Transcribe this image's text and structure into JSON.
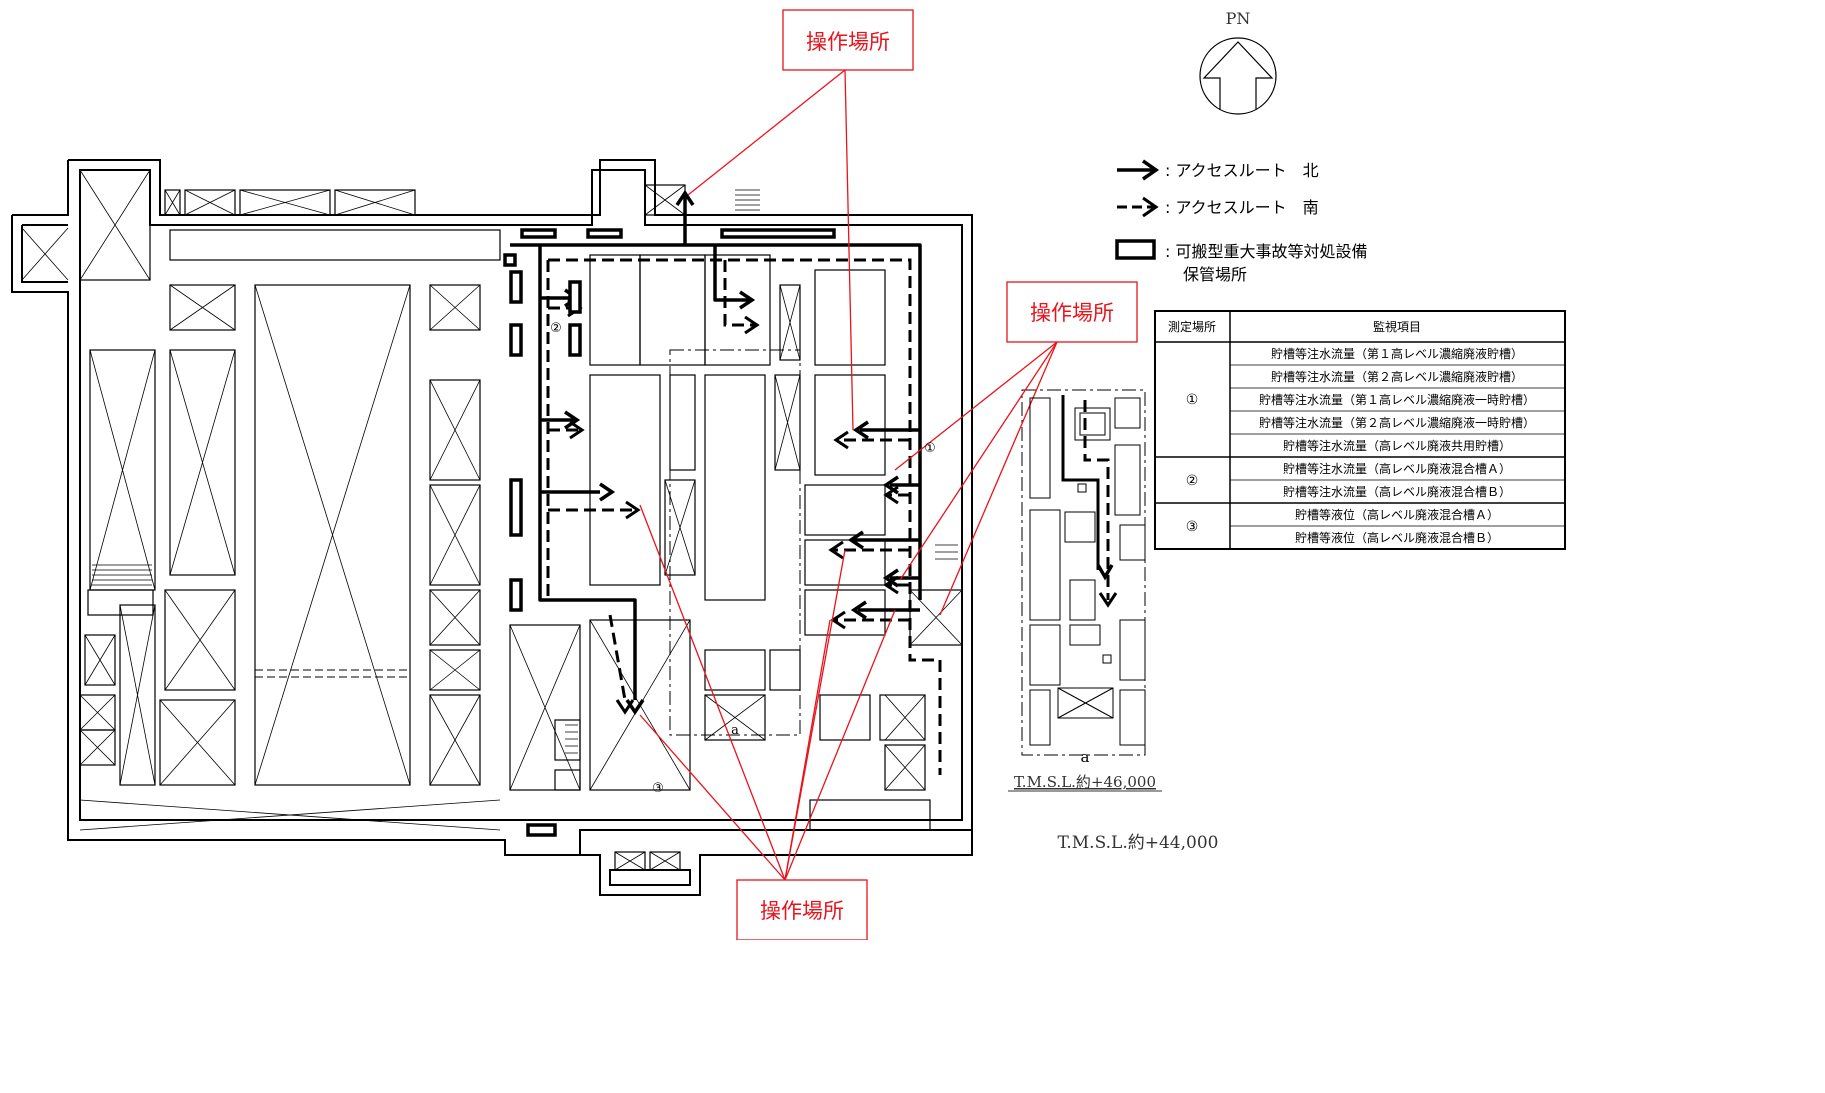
{
  "compass": {
    "label": "PN",
    "icon": "north-arrow-icon"
  },
  "legend": {
    "north": ": アクセスルート　北",
    "south": ": アクセスルート　南",
    "storage_line1": ": 可搬型重大事故等対処設備",
    "storage_line2": "保管場所"
  },
  "callouts": {
    "top": "操作場所",
    "right": "操作場所",
    "bottom": "操作場所"
  },
  "table": {
    "header_location": "測定場所",
    "header_item": "監視項目",
    "groups": [
      {
        "location": "①",
        "items": [
          "貯槽等注水流量（第１高レベル濃縮廃液貯槽）",
          "貯槽等注水流量（第２高レベル濃縮廃液貯槽）",
          "貯槽等注水流量（第１高レベル濃縮廃液一時貯槽）",
          "貯槽等注水流量（第２高レベル濃縮廃液一時貯槽）",
          "貯槽等注水流量（高レベル廃液共用貯槽）"
        ]
      },
      {
        "location": "②",
        "items": [
          "貯槽等注水流量（高レベル廃液混合槽Ａ）",
          "貯槽等注水流量（高レベル廃液混合槽Ｂ）"
        ]
      },
      {
        "location": "③",
        "items": [
          "貯槽等液位（高レベル廃液混合槽Ａ）",
          "貯槽等液位（高レベル廃液混合槽Ｂ）"
        ]
      }
    ]
  },
  "markers": {
    "m1": "①",
    "m2": "②",
    "m3": "③"
  },
  "section_mark": "a",
  "elevation_main": "T.M.S.L.約+44,000",
  "elevation_section": "T.M.S.L.約+46,000",
  "colors": {
    "callout": "#e8141b",
    "line": "#000000"
  }
}
